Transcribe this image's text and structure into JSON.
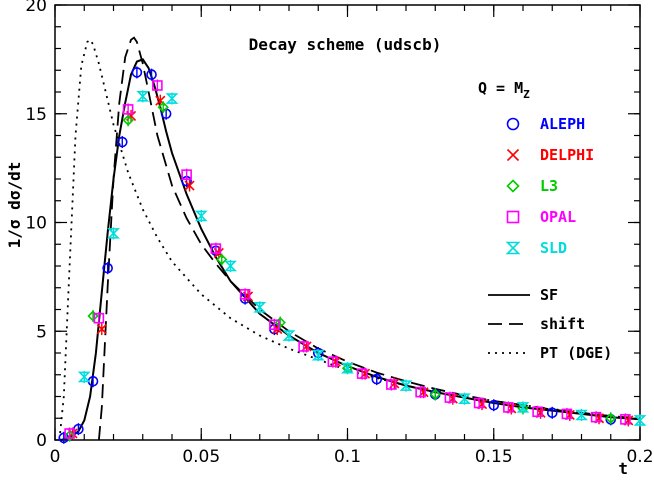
{
  "chart_data": {
    "type": "scatter",
    "title": "Decay scheme (udscb)",
    "xlabel": "t",
    "ylabel": "1/σ dσ/dt",
    "xlim": [
      0,
      0.2
    ],
    "ylim": [
      0,
      20
    ],
    "x_ticks": [
      "0",
      "0.05",
      "0.1",
      "0.15",
      "0.2"
    ],
    "y_ticks": [
      "0",
      "5",
      "10",
      "15",
      "20"
    ],
    "grid": false,
    "legend_header": "Q = M",
    "legend_header_sub": "Z",
    "legend_placement": "right",
    "series": [
      {
        "name": "ALEPH",
        "color": "#0000ff",
        "marker": "circle",
        "x": [
          0.003,
          0.008,
          0.013,
          0.018,
          0.023,
          0.028,
          0.033,
          0.038,
          0.045,
          0.055,
          0.065,
          0.075,
          0.09,
          0.11,
          0.13,
          0.15,
          0.17,
          0.19
        ],
        "y": [
          0.1,
          0.5,
          2.7,
          7.9,
          13.7,
          16.9,
          16.8,
          15.0,
          11.9,
          8.7,
          6.5,
          5.1,
          4.0,
          2.8,
          2.1,
          1.6,
          1.25,
          0.95
        ]
      },
      {
        "name": "DELPHI",
        "color": "#ff0000",
        "marker": "cross",
        "x": [
          0.006,
          0.016,
          0.026,
          0.036,
          0.046,
          0.056,
          0.066,
          0.076,
          0.086,
          0.096,
          0.106,
          0.116,
          0.126,
          0.136,
          0.146,
          0.156,
          0.166,
          0.176,
          0.186,
          0.196
        ],
        "y": [
          0.3,
          5.1,
          14.9,
          15.6,
          11.7,
          8.6,
          6.6,
          5.1,
          4.3,
          3.6,
          3.05,
          2.6,
          2.2,
          1.9,
          1.65,
          1.45,
          1.25,
          1.15,
          1.0,
          0.9
        ]
      },
      {
        "name": "L3",
        "color": "#00cc00",
        "marker": "diamond",
        "x": [
          0.005,
          0.013,
          0.025,
          0.037,
          0.057,
          0.077,
          0.1,
          0.13,
          0.16,
          0.19
        ],
        "y": [
          0.2,
          5.7,
          14.7,
          15.3,
          8.3,
          5.4,
          3.3,
          2.1,
          1.45,
          1.0
        ]
      },
      {
        "name": "OPAL",
        "color": "#ff00ff",
        "marker": "square",
        "x": [
          0.005,
          0.015,
          0.025,
          0.035,
          0.045,
          0.055,
          0.065,
          0.075,
          0.085,
          0.095,
          0.105,
          0.115,
          0.125,
          0.135,
          0.145,
          0.155,
          0.165,
          0.175,
          0.185,
          0.195
        ],
        "y": [
          0.3,
          5.6,
          15.2,
          16.3,
          12.2,
          8.8,
          6.7,
          5.3,
          4.3,
          3.6,
          3.05,
          2.55,
          2.2,
          1.95,
          1.7,
          1.5,
          1.3,
          1.2,
          1.05,
          0.95
        ]
      },
      {
        "name": "SLD",
        "color": "#00dddd",
        "marker": "bowtie",
        "x": [
          0.01,
          0.02,
          0.03,
          0.04,
          0.05,
          0.06,
          0.07,
          0.08,
          0.09,
          0.1,
          0.12,
          0.14,
          0.16,
          0.18,
          0.2
        ],
        "y": [
          2.9,
          9.5,
          15.8,
          15.7,
          10.3,
          8.0,
          6.1,
          4.8,
          3.9,
          3.3,
          2.5,
          1.9,
          1.5,
          1.15,
          0.9
        ]
      }
    ],
    "curves": [
      {
        "name": "SF",
        "style": "solid",
        "x": [
          0.002,
          0.005,
          0.008,
          0.01,
          0.012,
          0.014,
          0.016,
          0.018,
          0.02,
          0.022,
          0.024,
          0.026,
          0.028,
          0.03,
          0.032,
          0.034,
          0.036,
          0.038,
          0.04,
          0.045,
          0.05,
          0.055,
          0.06,
          0.07,
          0.08,
          0.09,
          0.1,
          0.11,
          0.12,
          0.13,
          0.14,
          0.15,
          0.16,
          0.17,
          0.18,
          0.19,
          0.2
        ],
        "y": [
          0.0,
          0.1,
          0.4,
          0.9,
          2.0,
          4.0,
          6.8,
          9.5,
          12.0,
          14.0,
          15.5,
          16.8,
          17.4,
          17.5,
          17.1,
          16.3,
          15.3,
          14.2,
          13.2,
          11.3,
          9.7,
          8.4,
          7.3,
          5.8,
          4.8,
          4.0,
          3.4,
          2.9,
          2.5,
          2.2,
          1.95,
          1.7,
          1.5,
          1.35,
          1.2,
          1.05,
          0.95
        ]
      },
      {
        "name": "shift",
        "style": "dashed",
        "x": [
          0.015,
          0.016,
          0.018,
          0.02,
          0.022,
          0.024,
          0.026,
          0.027,
          0.028,
          0.03,
          0.032,
          0.035,
          0.04,
          0.045,
          0.05,
          0.055,
          0.06,
          0.07,
          0.08,
          0.09,
          0.1,
          0.11,
          0.12,
          0.13,
          0.14,
          0.15,
          0.16,
          0.17,
          0.18,
          0.19,
          0.2
        ],
        "y": [
          0.0,
          1.5,
          7.0,
          12.0,
          15.5,
          17.6,
          18.4,
          18.5,
          18.3,
          17.3,
          16.0,
          14.0,
          11.7,
          10.2,
          9.0,
          8.1,
          7.3,
          6.0,
          5.0,
          4.2,
          3.6,
          3.1,
          2.7,
          2.35,
          2.05,
          1.8,
          1.6,
          1.4,
          1.25,
          1.1,
          1.0
        ]
      },
      {
        "name": "PT (DGE)",
        "style": "dotted",
        "x": [
          0.0015,
          0.003,
          0.005,
          0.007,
          0.009,
          0.011,
          0.012,
          0.013,
          0.015,
          0.017,
          0.02,
          0.025,
          0.03,
          0.035,
          0.04,
          0.05,
          0.06,
          0.07,
          0.08,
          0.09,
          0.1,
          0.12,
          0.14,
          0.16,
          0.18,
          0.2
        ],
        "y": [
          0.0,
          2.0,
          8.0,
          14.0,
          17.2,
          18.3,
          18.4,
          18.2,
          17.3,
          16.2,
          14.5,
          12.3,
          10.6,
          9.3,
          8.2,
          6.7,
          5.6,
          4.8,
          4.2,
          3.7,
          3.2,
          2.5,
          2.0,
          1.6,
          1.25,
          0.95
        ]
      }
    ]
  }
}
